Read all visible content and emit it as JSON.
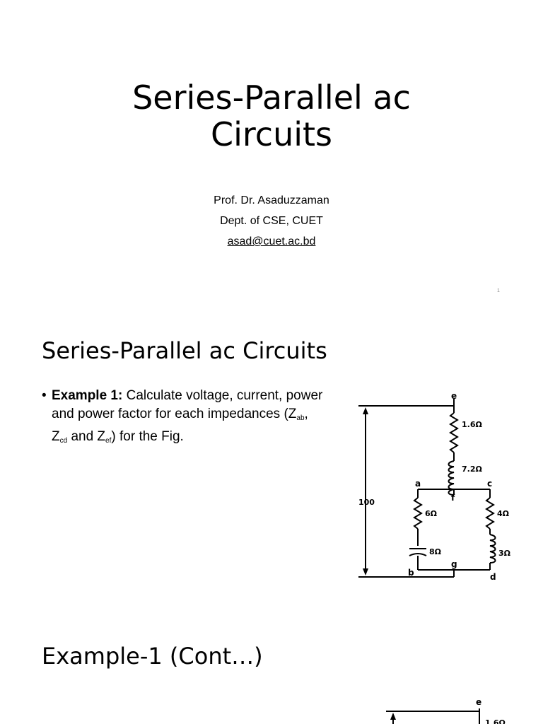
{
  "slide1": {
    "title_line1": "Series-Parallel ac",
    "title_line2": "Circuits",
    "author": "Prof. Dr. Asaduzzaman",
    "dept": "Dept. of CSE, CUET",
    "email": "asad@cuet.ac.bd",
    "page_number": "1"
  },
  "slide2": {
    "heading": "Series-Parallel ac Circuits",
    "bullet": {
      "bold": "Example 1:",
      "text1": " Calculate voltage, current, power and power factor for each impedances (Z",
      "sub1": "ab",
      "text2": ", Z",
      "sub2": "cd",
      "text3": " and Z",
      "sub3": "ef",
      "text4": ") for the Fig."
    },
    "circuit": {
      "node_e": "e",
      "node_f": "f",
      "node_a": "a",
      "node_b": "b",
      "node_c": "c",
      "node_d": "d",
      "node_g": "g",
      "source": "100",
      "r_ef": "1.6Ω",
      "l_ef": "7.2Ω",
      "r_ab": "6Ω",
      "c_ab": "8Ω",
      "r_cd": "4Ω",
      "l_cd": "3Ω"
    }
  },
  "slide3": {
    "heading": "Example-1 (Cont…)",
    "circuit": {
      "node_e": "e",
      "r_ef": "1.6Ω"
    }
  }
}
